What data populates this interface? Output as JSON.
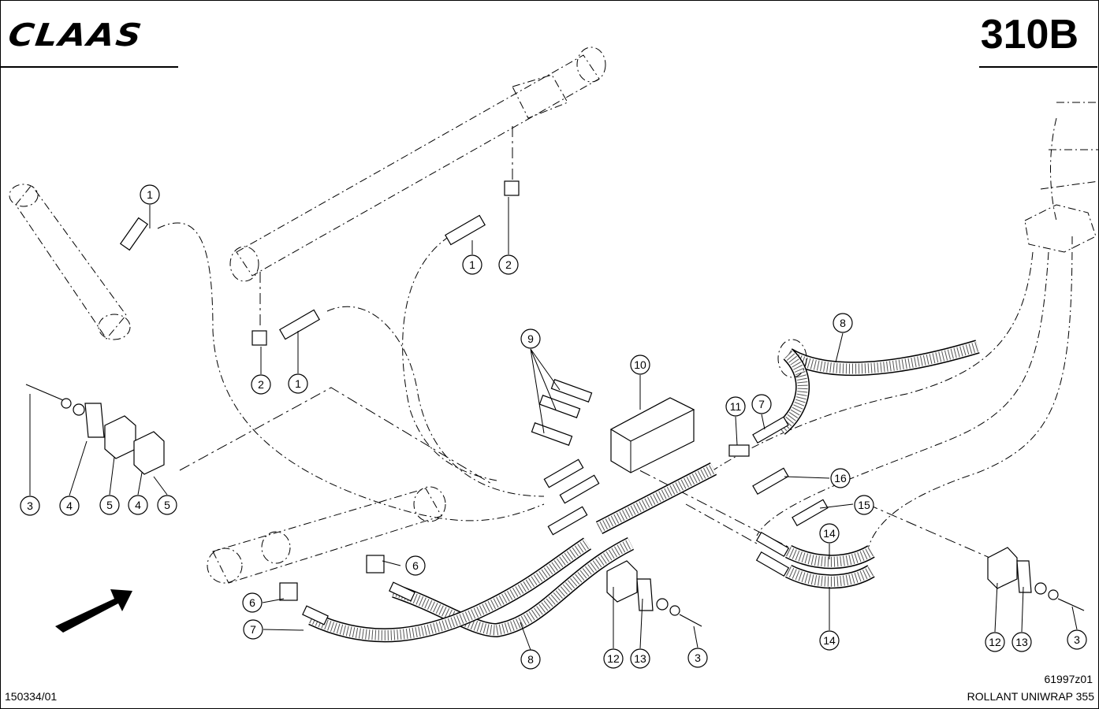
{
  "header": {
    "brand": "CLAAS",
    "sheet_number": "310B"
  },
  "footer": {
    "document_ref": "150334/01",
    "figure_ref": "61997z01",
    "model": "ROLLANT UNIWRAP 355"
  },
  "callouts": [
    {
      "label": "1"
    },
    {
      "label": "1"
    },
    {
      "label": "1"
    },
    {
      "label": "2"
    },
    {
      "label": "2"
    },
    {
      "label": "3"
    },
    {
      "label": "3"
    },
    {
      "label": "3"
    },
    {
      "label": "4"
    },
    {
      "label": "4"
    },
    {
      "label": "5"
    },
    {
      "label": "5"
    },
    {
      "label": "6"
    },
    {
      "label": "6"
    },
    {
      "label": "7"
    },
    {
      "label": "7"
    },
    {
      "label": "8"
    },
    {
      "label": "8"
    },
    {
      "label": "9"
    },
    {
      "label": "10"
    },
    {
      "label": "11"
    },
    {
      "label": "12"
    },
    {
      "label": "12"
    },
    {
      "label": "13"
    },
    {
      "label": "13"
    },
    {
      "label": "14"
    },
    {
      "label": "14"
    },
    {
      "label": "15"
    },
    {
      "label": "16"
    }
  ]
}
